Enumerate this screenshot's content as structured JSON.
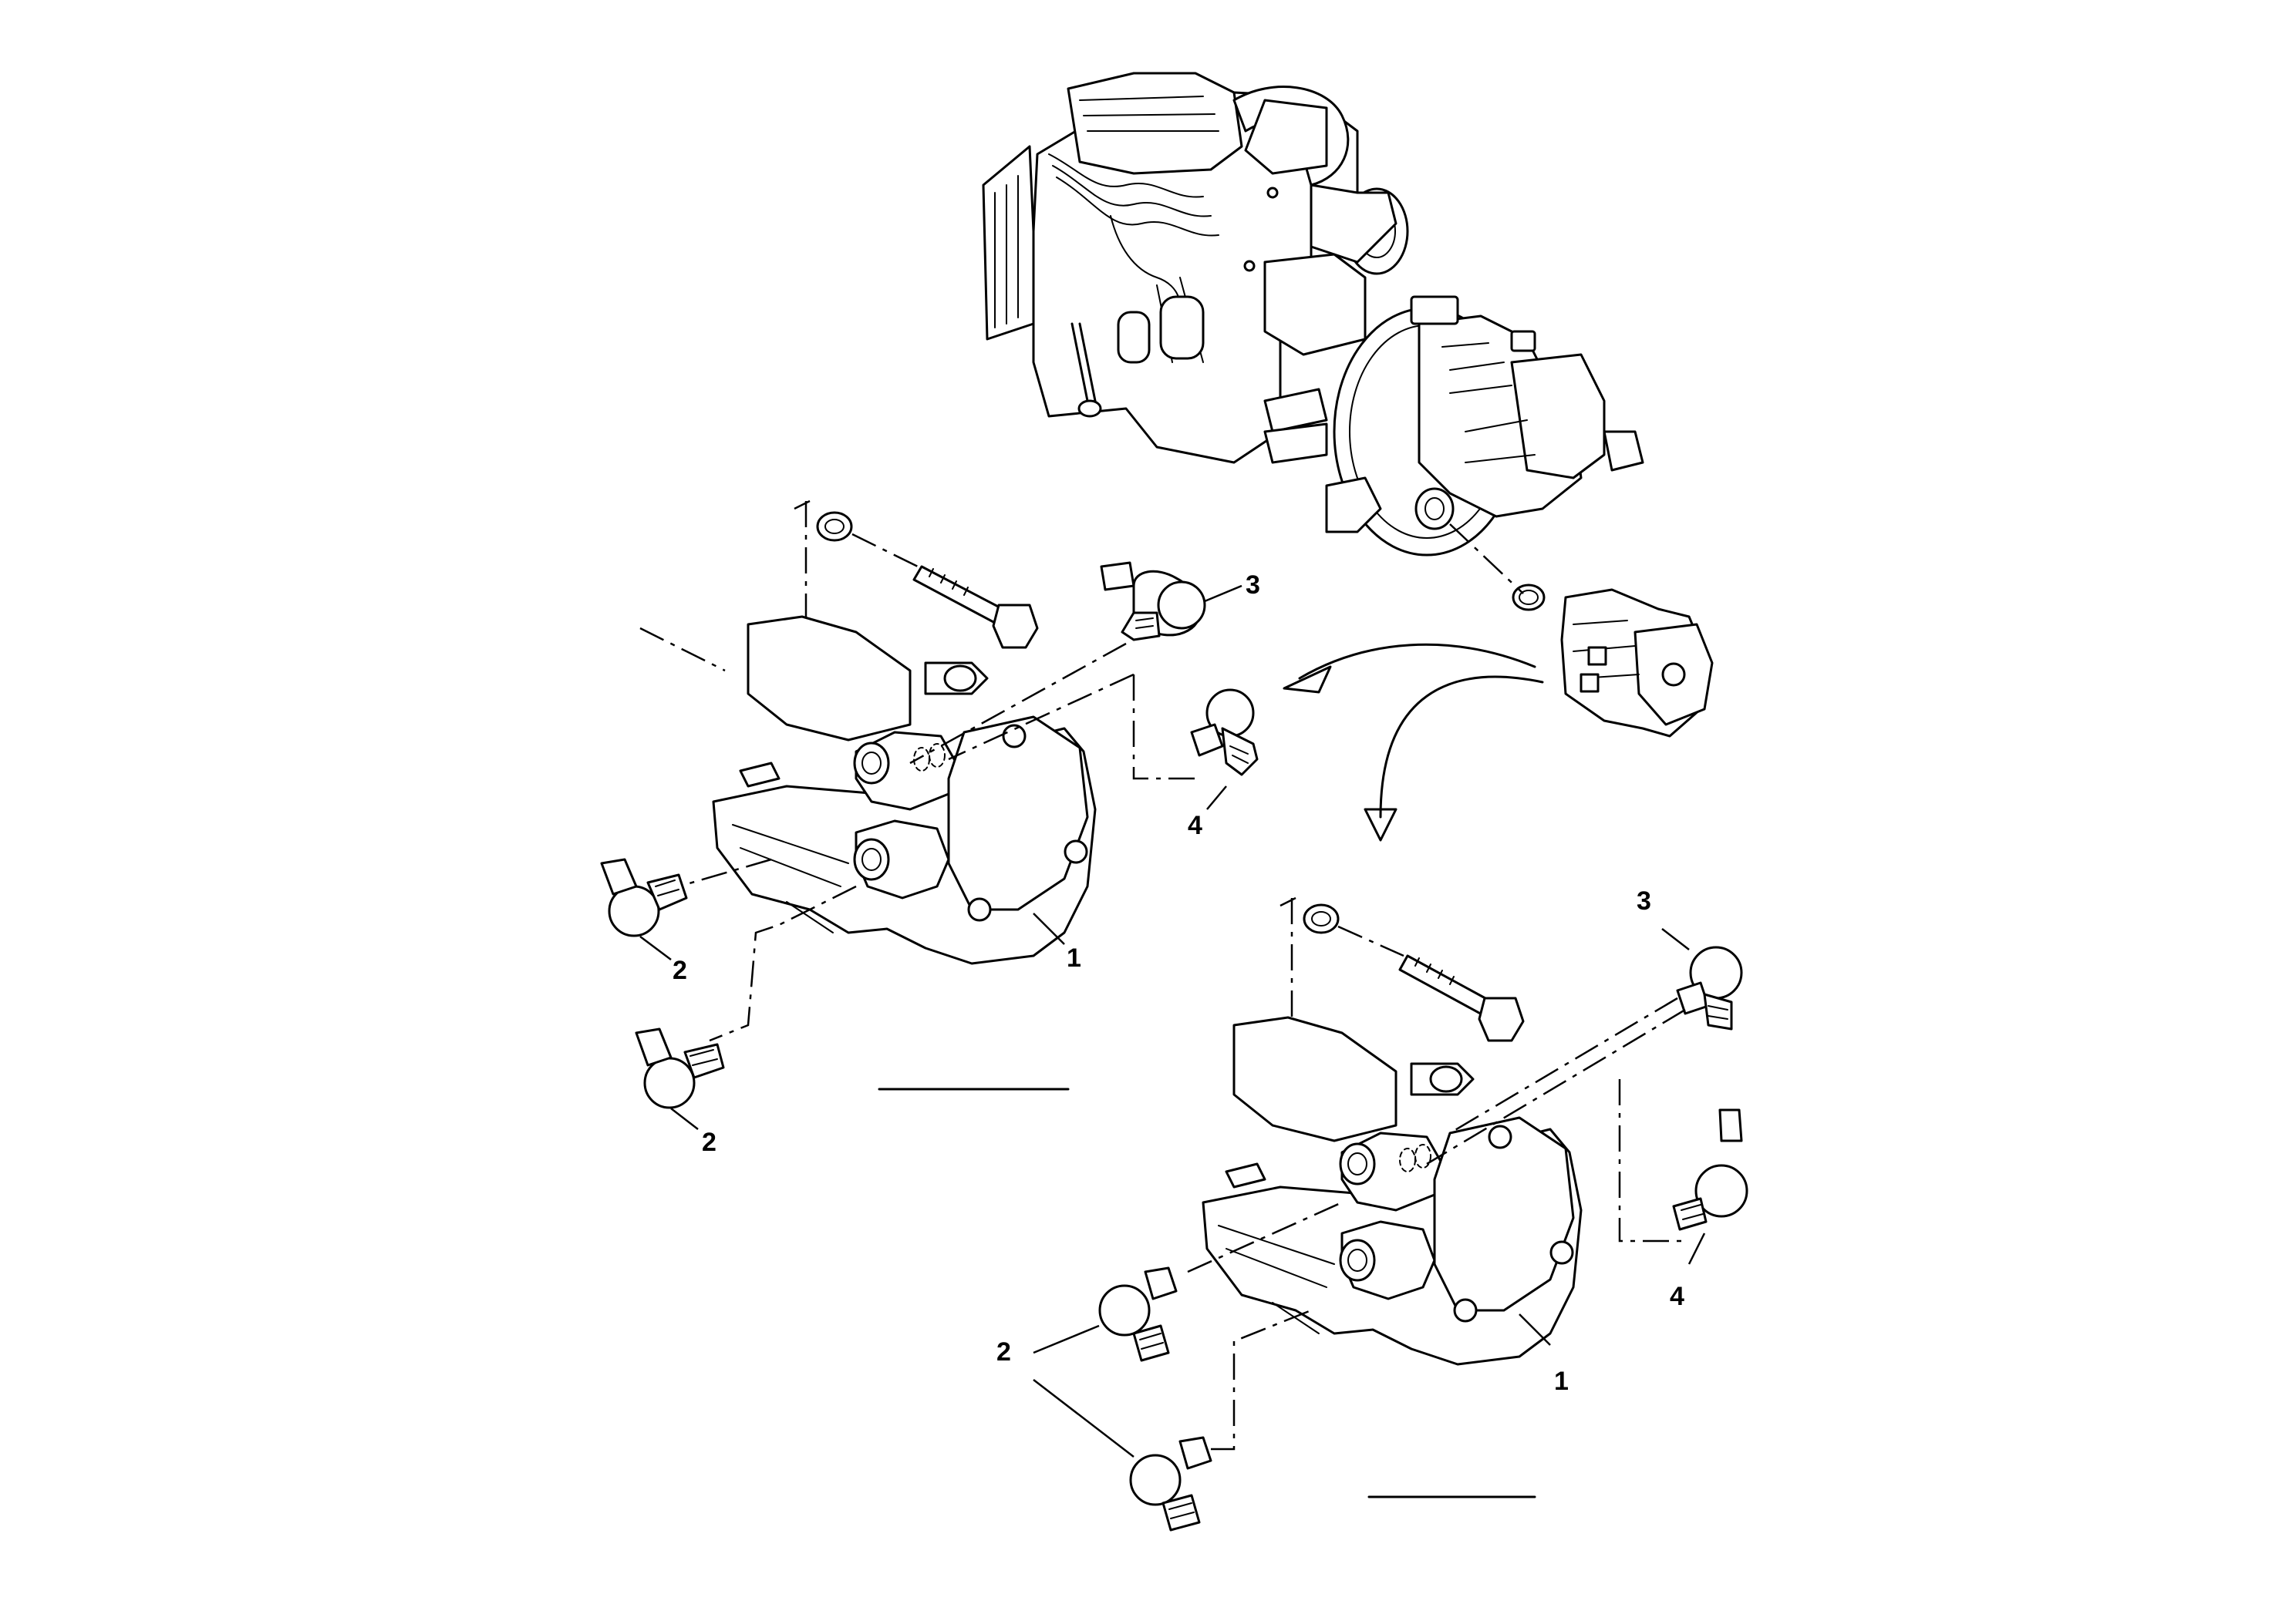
{
  "callouts": {
    "upper": {
      "n3": "3",
      "n4": "4",
      "n2a": "2",
      "n2b": "2",
      "n1": "1"
    },
    "lower": {
      "n3": "3",
      "n4": "4",
      "n2": "2",
      "n1": "1"
    }
  },
  "colors": {
    "line": "#000000",
    "background": "#ffffff"
  }
}
